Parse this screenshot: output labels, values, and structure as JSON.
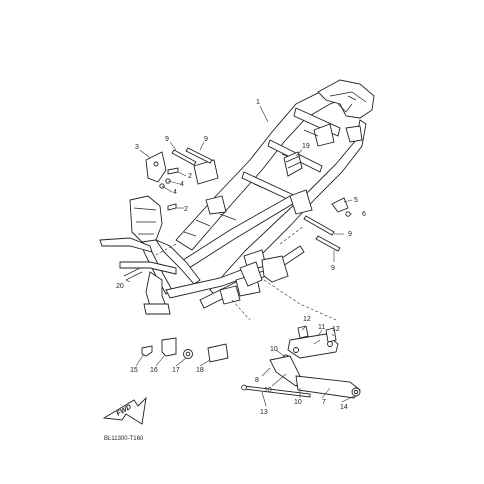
{
  "diagram": {
    "code": "BL11300-T160",
    "fwd_label": "FWD",
    "callouts": [
      {
        "id": "c1",
        "text": "1"
      },
      {
        "id": "c2a",
        "text": "2"
      },
      {
        "id": "c2b",
        "text": "2"
      },
      {
        "id": "c3",
        "text": "3"
      },
      {
        "id": "c4a",
        "text": "4"
      },
      {
        "id": "c4b",
        "text": "4"
      },
      {
        "id": "c5",
        "text": "5"
      },
      {
        "id": "c6",
        "text": "6"
      },
      {
        "id": "c7",
        "text": "7"
      },
      {
        "id": "c8",
        "text": "8"
      },
      {
        "id": "c9a",
        "text": "9"
      },
      {
        "id": "c9b",
        "text": "9"
      },
      {
        "id": "c9c",
        "text": "9"
      },
      {
        "id": "c9d",
        "text": "9"
      },
      {
        "id": "c10a",
        "text": "10"
      },
      {
        "id": "c10b",
        "text": "10"
      },
      {
        "id": "c10c",
        "text": "10"
      },
      {
        "id": "c11",
        "text": "11"
      },
      {
        "id": "c12a",
        "text": "12"
      },
      {
        "id": "c12b",
        "text": "12"
      },
      {
        "id": "c13",
        "text": "13"
      },
      {
        "id": "c14",
        "text": "14"
      },
      {
        "id": "c15",
        "text": "15"
      },
      {
        "id": "c16",
        "text": "16"
      },
      {
        "id": "c17",
        "text": "17"
      },
      {
        "id": "c18",
        "text": "18"
      },
      {
        "id": "c19",
        "text": "19"
      },
      {
        "id": "c20",
        "text": "20"
      }
    ]
  }
}
